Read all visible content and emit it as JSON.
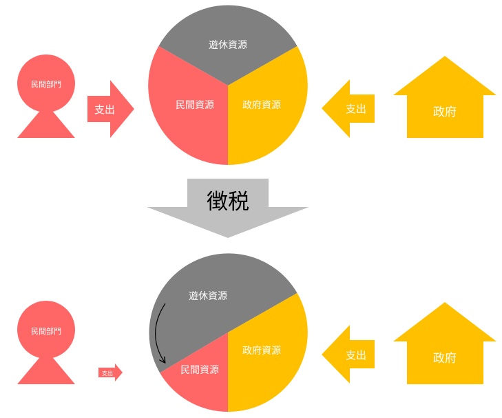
{
  "top": {
    "person_label": "民間部門",
    "spend_left": "支出",
    "spend_right": "支出",
    "gov_label": "政府",
    "pie": {
      "idle": "遊休資源",
      "private": "民間資源",
      "gov": "政府資源"
    }
  },
  "middle": {
    "arrow_label": "徴税"
  },
  "bottom": {
    "person_label": "民間部門",
    "spend_left": "支出",
    "spend_right": "支出",
    "gov_label": "政府",
    "pie": {
      "idle": "遊休資源",
      "private": "民間資源",
      "gov": "政府資源"
    }
  },
  "colors": {
    "private": "#FF6666",
    "gov": "#FFC000",
    "idle": "#808080",
    "down_arrow": "#C0C0C0"
  }
}
